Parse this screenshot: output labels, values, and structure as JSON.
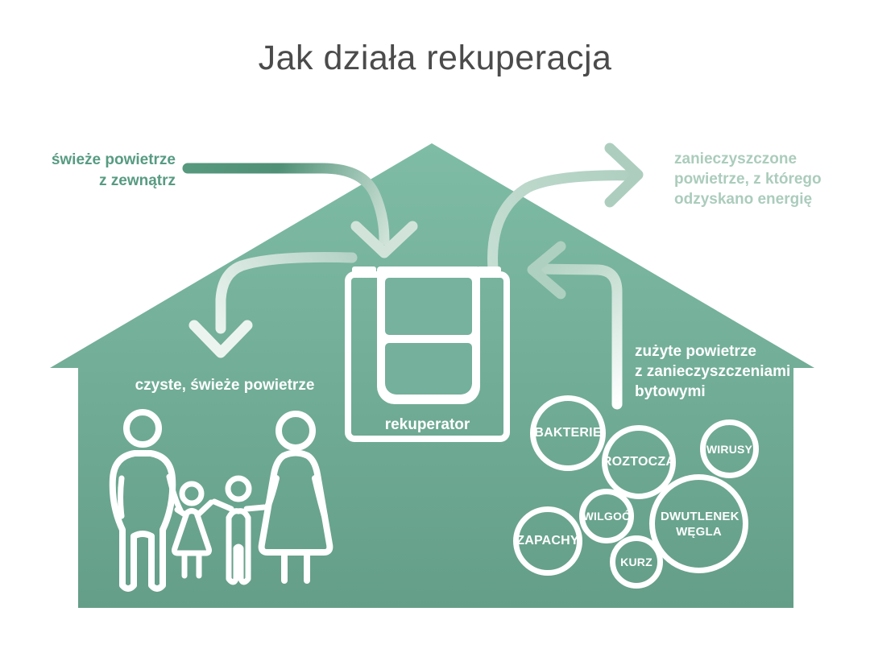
{
  "title": "Jak działa rekuperacja",
  "labels": {
    "fresh_in": {
      "lines": [
        "świeże powietrze",
        "z zewnątrz"
      ]
    },
    "exhaust_out": {
      "lines": [
        "zanieczyszczone",
        "powietrze, z którego",
        "odzyskano energię"
      ]
    },
    "clean_inside": {
      "lines": [
        "czyste, świeże powietrze"
      ]
    },
    "used_air": {
      "lines": [
        "zużyte powietrze",
        "z zanieczyszczeniami",
        "bytowymi"
      ]
    }
  },
  "device": {
    "label": "rekuperator"
  },
  "pollutants": [
    "BAKTERIE",
    "ROZTOCZA",
    "WIRUSY",
    "WILGOĆ",
    "ZAPACHY",
    "KURZ",
    "DWUTLENEK WĘGLA"
  ],
  "icons": {
    "fresh_air_arrow": "curved-arrow-down-into-house",
    "clean_air_arrow": "curved-arrow-down-to-family",
    "exhaust_air_arrow": "curved-arrow-out-right",
    "used_air_arrow": "curved-arrow-left-into-recuperator",
    "family": "outlined-family-figures",
    "house": "house-silhouette"
  },
  "colors": {
    "house_top": "#7fbca6",
    "house_bottom": "#649e88",
    "title_text": "#4b4b4b",
    "fresh_label_text": "#579b82",
    "exhaust_label_text": "#abccbc",
    "fresh_arrow_dark": "#4f9076",
    "pale_arrow": "#b2d2c2",
    "white": "#ffffff"
  }
}
